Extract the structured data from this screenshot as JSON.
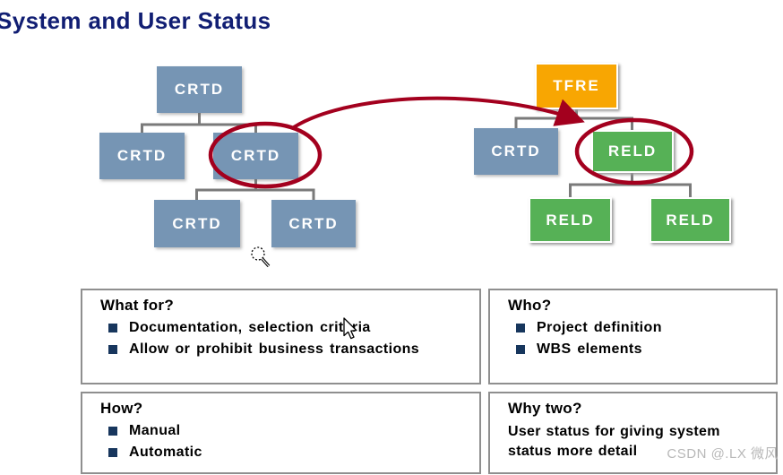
{
  "title": "System and User Status",
  "watermark": "CSDN @.LX 微风",
  "colors": {
    "created_blue": "#7695B4",
    "temp_released_orange": "#F8A602",
    "released_green": "#56B156",
    "highlight_red": "#A3001E",
    "title_navy": "#111E73",
    "bullet_navy": "#17365D",
    "connector_gray": "#7A7A7A"
  },
  "left_tree": {
    "root": "CRTD",
    "level2": [
      "CRTD",
      "CRTD"
    ],
    "level3": [
      "CRTD",
      "CRTD"
    ]
  },
  "right_tree": {
    "root": "TFRE",
    "level2": [
      "CRTD",
      "RELD"
    ],
    "level3": [
      "RELD",
      "RELD"
    ]
  },
  "info_boxes": [
    {
      "heading": "What for?",
      "bullets": [
        "Documentation, selection criteria",
        "Allow or prohibit business transactions"
      ]
    },
    {
      "heading": "Who?",
      "bullets": [
        "Project definition",
        "WBS elements"
      ]
    },
    {
      "heading": "How?",
      "bullets": [
        "Manual",
        "Automatic"
      ]
    },
    {
      "heading": "Why two?",
      "text": "User status for giving system status more detail"
    }
  ],
  "icons": {
    "zoom_cursor": "magnifier-cursor",
    "mouse_cursor": "arrow-pointer-cursor"
  }
}
